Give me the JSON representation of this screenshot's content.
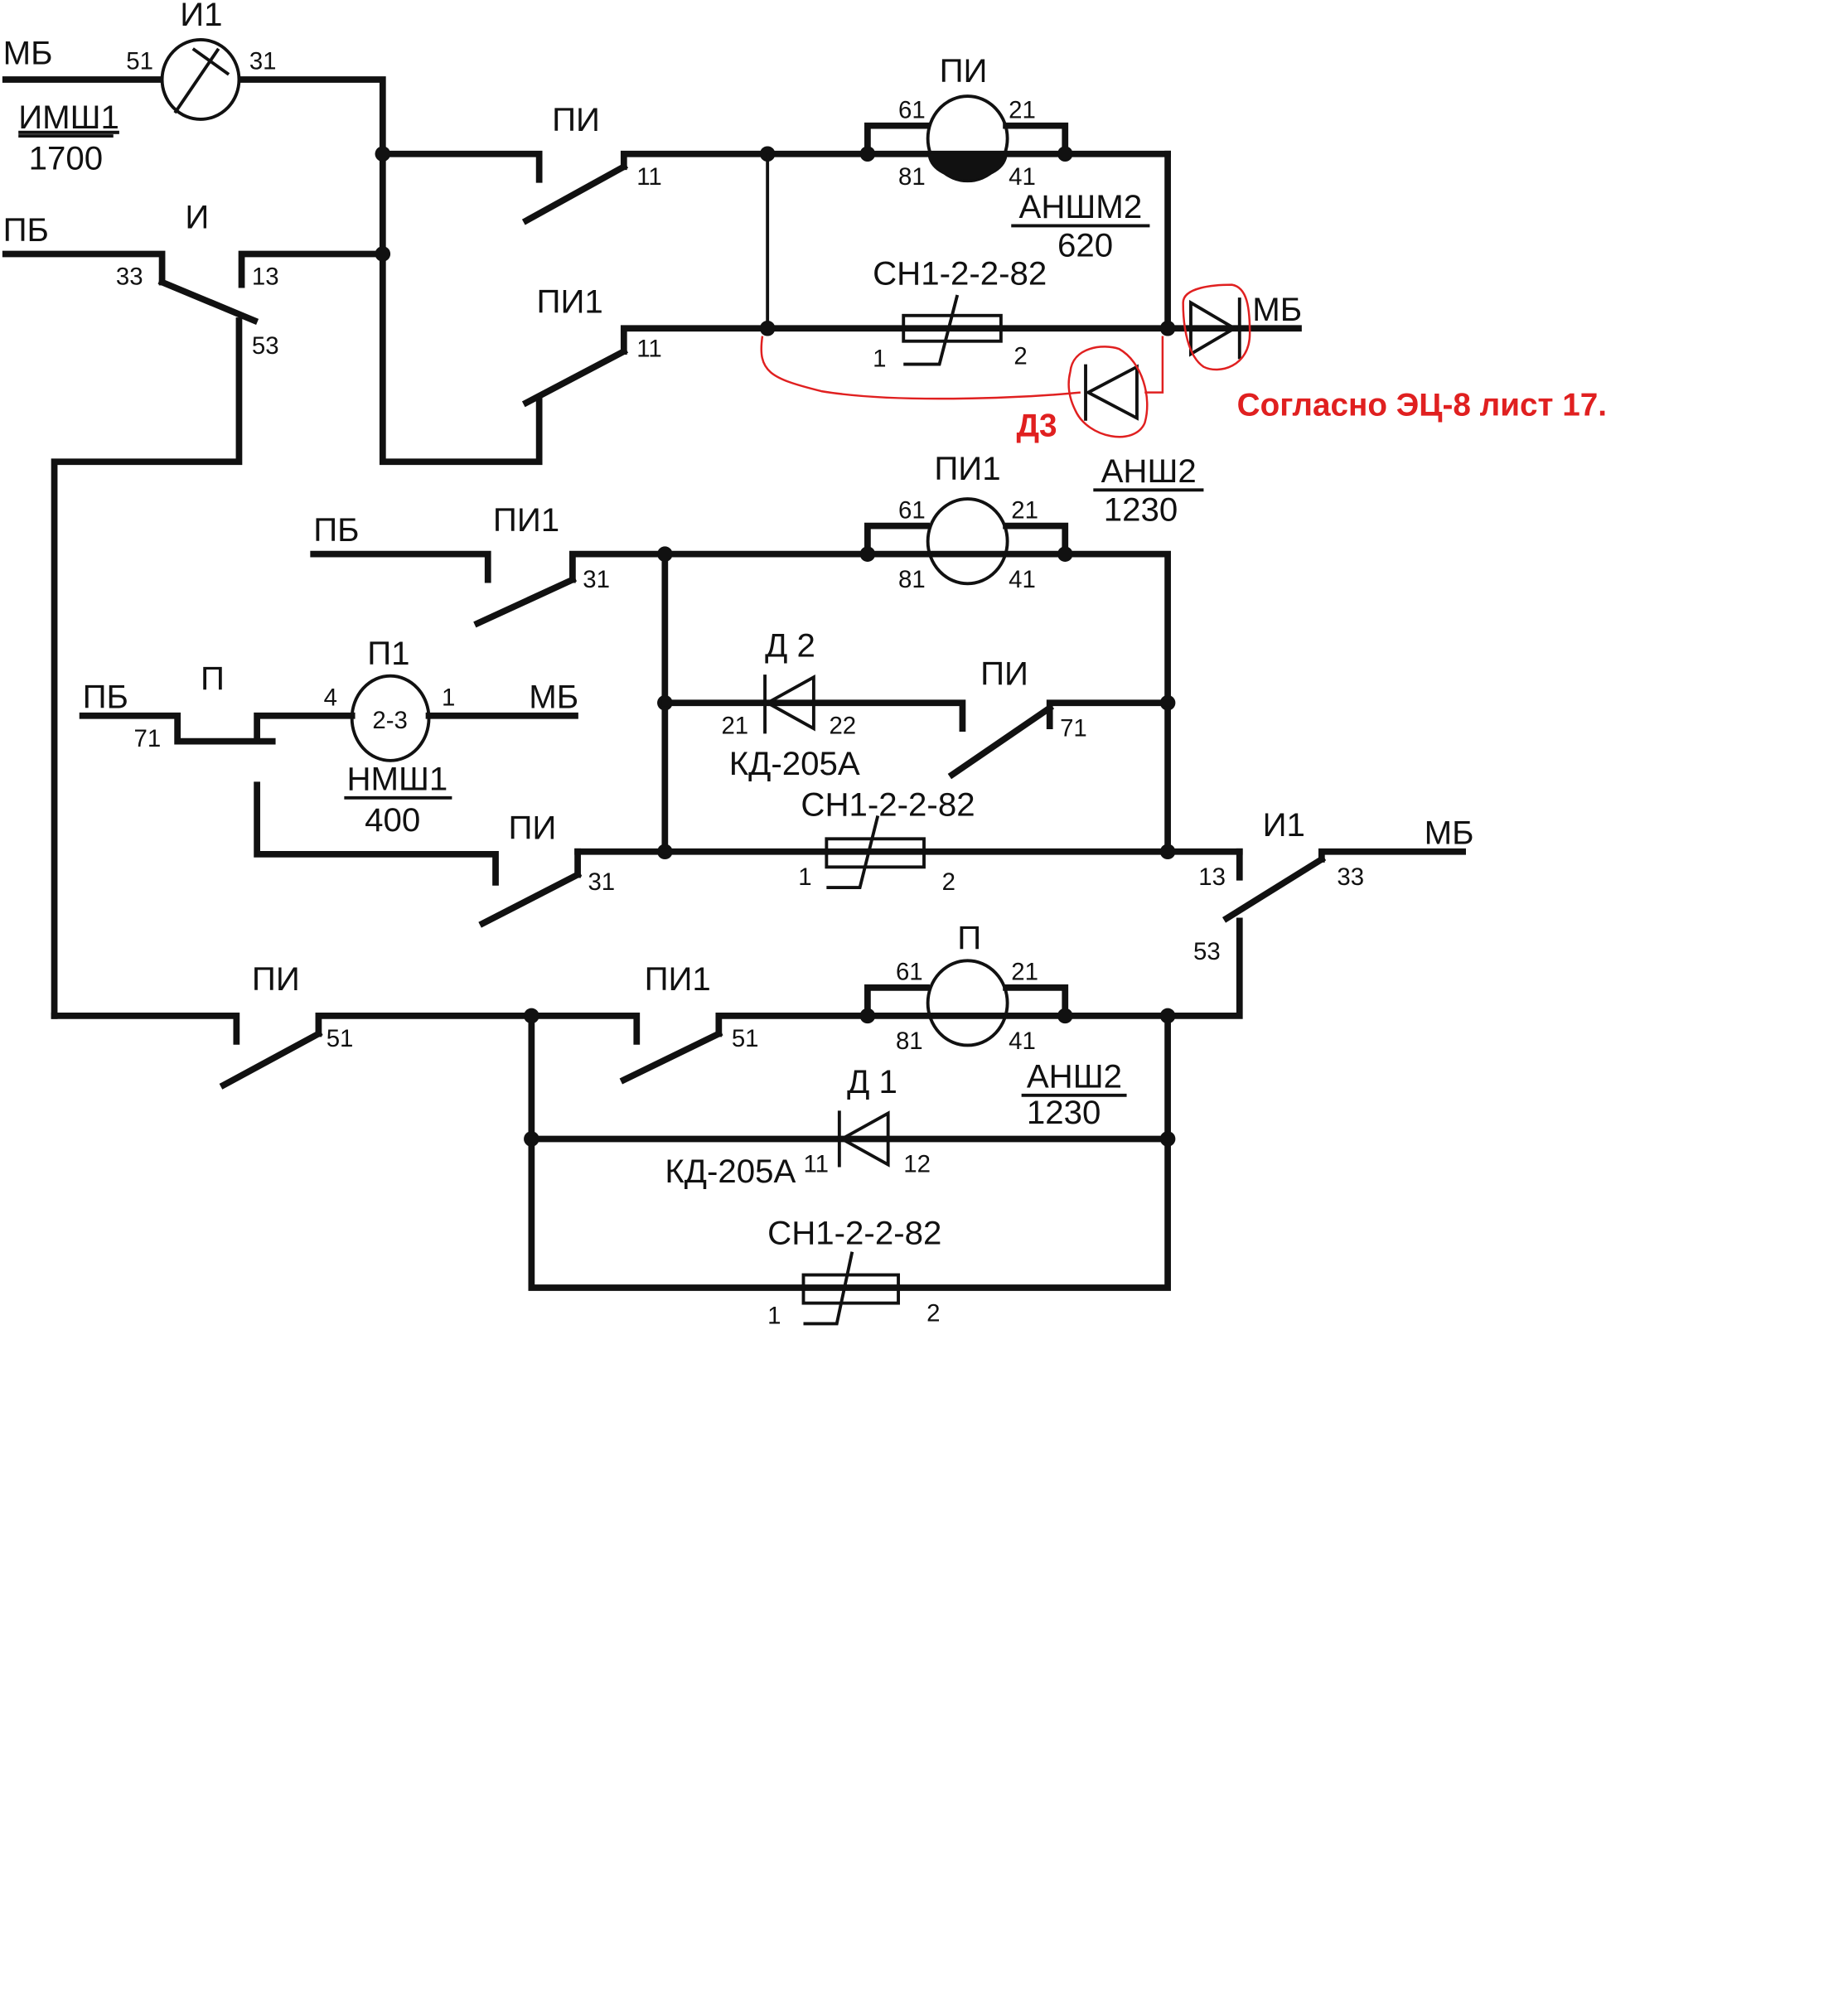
{
  "diagram": {
    "type": "relay-circuit-schematic",
    "annotation": {
      "text": "Согласно ЭЦ-8 лист 17.",
      "color": "#e02020"
    },
    "added_diode_label": "Д3",
    "buses": {
      "mb": "МБ",
      "pb": "ПБ"
    },
    "relays": {
      "i1": {
        "name": "И1",
        "type": "ИМШ1",
        "value": "1700",
        "pins": [
          "51",
          "31"
        ]
      },
      "pi": {
        "name": "ПИ",
        "type": "АНШМ2",
        "value": "620",
        "pins": [
          "61",
          "21",
          "81",
          "41"
        ]
      },
      "pi1": {
        "name": "ПИ1",
        "type": "АНШ2",
        "value": "1230",
        "pins": [
          "61",
          "21",
          "81",
          "41"
        ]
      },
      "p1": {
        "name": "П1",
        "type": "НМШ1",
        "value": "400",
        "inner": "2-3",
        "pins": [
          "4",
          "1"
        ]
      },
      "p": {
        "name": "П",
        "type": "АНШ2",
        "value": "1230",
        "pins": [
          "61",
          "21",
          "81",
          "41"
        ]
      }
    },
    "contacts": {
      "pi_11": {
        "name": "ПИ",
        "pin": "11"
      },
      "pi1_11": {
        "name": "ПИ1",
        "pin": "11"
      },
      "i": {
        "name": "И",
        "pins": [
          "33",
          "13",
          "53"
        ]
      },
      "pi1_31": {
        "name": "ПИ1",
        "pin": "31"
      },
      "pi_71": {
        "name": "ПИ",
        "pin": "71"
      },
      "p_71": {
        "name": "П",
        "pin": "71"
      },
      "pi_31": {
        "name": "ПИ",
        "pin": "31"
      },
      "i1": {
        "name": "И1",
        "pins": [
          "13",
          "33",
          "53"
        ]
      },
      "pi_51": {
        "name": "ПИ",
        "pin": "51"
      },
      "pi1_51": {
        "name": "ПИ1",
        "pin": "51"
      }
    },
    "diodes": {
      "d2": {
        "name": "Д 2",
        "model": "КД-205А",
        "pins": [
          "21",
          "22"
        ]
      },
      "d1": {
        "name": "Д 1",
        "model": "КД-205А",
        "pins": [
          "11",
          "12"
        ]
      }
    },
    "resistor_model": "СН1-2-2-82",
    "resistor_pins": [
      "1",
      "2"
    ]
  }
}
